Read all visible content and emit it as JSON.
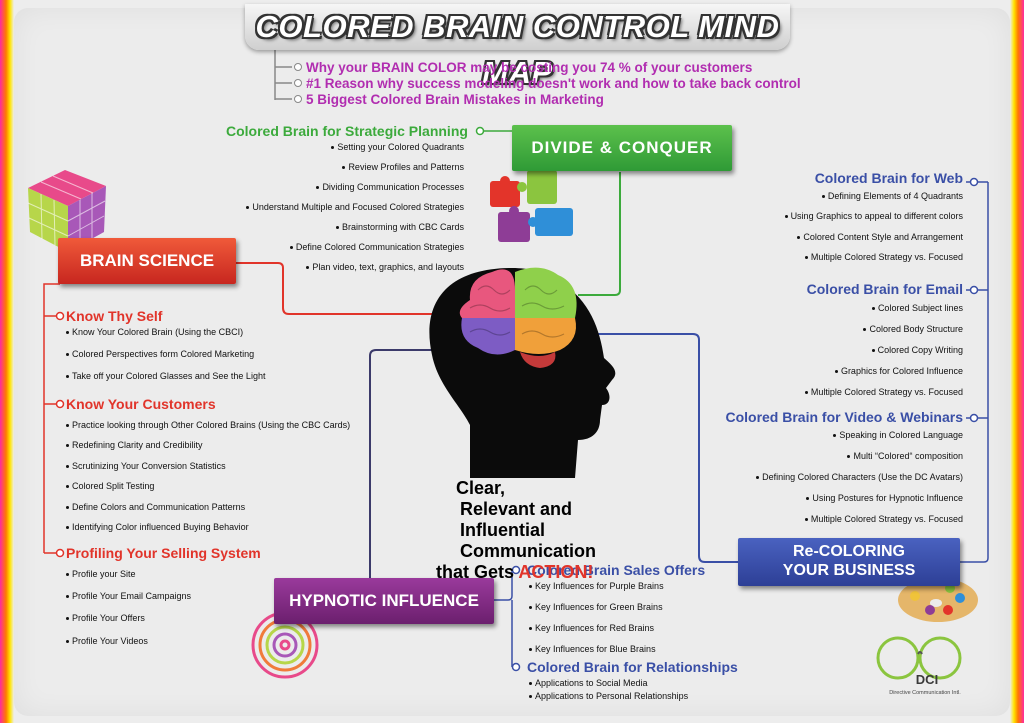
{
  "title": "COLORED BRAIN CONTROL MIND MAP",
  "subtitle_points": [
    "Why your BRAIN COLOR may be costing you 74 % of your customers",
    "#1 Reason why success modeling doesn't work and how to take back control",
    "5 Biggest Colored Brain Mistakes in Marketing"
  ],
  "center_text": {
    "line1": "Clear,",
    "line2": "Relevant and",
    "line3": "Influential Communication",
    "line4_prefix": "that Gets ",
    "line4_highlight": "ACTION!"
  },
  "divide_conquer": {
    "label": "DIVIDE & CONQUER",
    "heading": "Colored Brain for Strategic Planning",
    "items": [
      "Setting your Colored Quadrants",
      "Review Profiles and Patterns",
      "Dividing Communication Processes",
      "Understand Multiple and Focused Colored Strategies",
      "Brainstorming with CBC Cards",
      "Define Colored Communication Strategies",
      "Plan video, text, graphics, and layouts"
    ]
  },
  "brain_science": {
    "label": "BRAIN SCIENCE",
    "groups": [
      {
        "heading": "Know Thy Self",
        "items": [
          "Know Your Colored Brain (Using the CBCI)",
          "Colored Perspectives form Colored Marketing",
          "Take off your Colored Glasses and See the Light"
        ]
      },
      {
        "heading": "Know Your Customers",
        "items": [
          "Practice looking through Other Colored Brains (Using the CBC Cards)",
          "Redefining Clarity and Credibility",
          "Scrutinizing Your Conversion Statistics",
          "Colored Split Testing",
          "Define Colors and Communication Patterns",
          "Identifying Color influenced Buying Behavior"
        ]
      },
      {
        "heading": "Profiling Your Selling System",
        "items": [
          "Profile your Site",
          "Profile Your Email Campaigns",
          "Profile Your Offers",
          "Profile Your Videos"
        ]
      }
    ]
  },
  "recoloring": {
    "label_line1": "Re-COLORING",
    "label_line2": "YOUR BUSINESS",
    "groups": [
      {
        "heading": "Colored Brain for Web",
        "items": [
          "Defining Elements of 4 Quadrants",
          "Using Graphics to appeal to different colors",
          "Colored Content Style and Arrangement",
          "Multiple Colored Strategy vs. Focused"
        ]
      },
      {
        "heading": "Colored Brain for Email",
        "items": [
          "Colored Subject lines",
          "Colored Body Structure",
          "Colored Copy Writing",
          "Graphics for Colored Influence",
          "Multiple Colored Strategy vs. Focused"
        ]
      },
      {
        "heading": "Colored Brain for Video & Webinars",
        "items": [
          "Speaking in Colored Language",
          "Multi “Colored“ composition",
          "Defining Colored Characters (Use the DC Avatars)",
          "Using Postures for Hypnotic Influence",
          "Multiple Colored Strategy vs. Focused"
        ]
      }
    ]
  },
  "hypnotic": {
    "label": "HYPNOTIC INFLUENCE",
    "groups": [
      {
        "heading": "Colored Brain Sales Offers",
        "items": [
          "Key Influences for Purple Brains",
          "Key Influences for Green Brains",
          "Key Influences for Red Brains",
          "Key Influences for Blue Brains"
        ]
      },
      {
        "heading": "Colored Brain for Relationships",
        "items": [
          "Applications to Social Media",
          "Applications to Personal Relationships"
        ]
      }
    ]
  },
  "logo": {
    "initials": "DCI",
    "name": "Directive Communication Intl."
  },
  "colors": {
    "green": "#3caa3c",
    "red": "#e1342a",
    "blue": "#3a4fa6",
    "purple": "#8a2a8c",
    "subtitle": "#b12db0"
  }
}
